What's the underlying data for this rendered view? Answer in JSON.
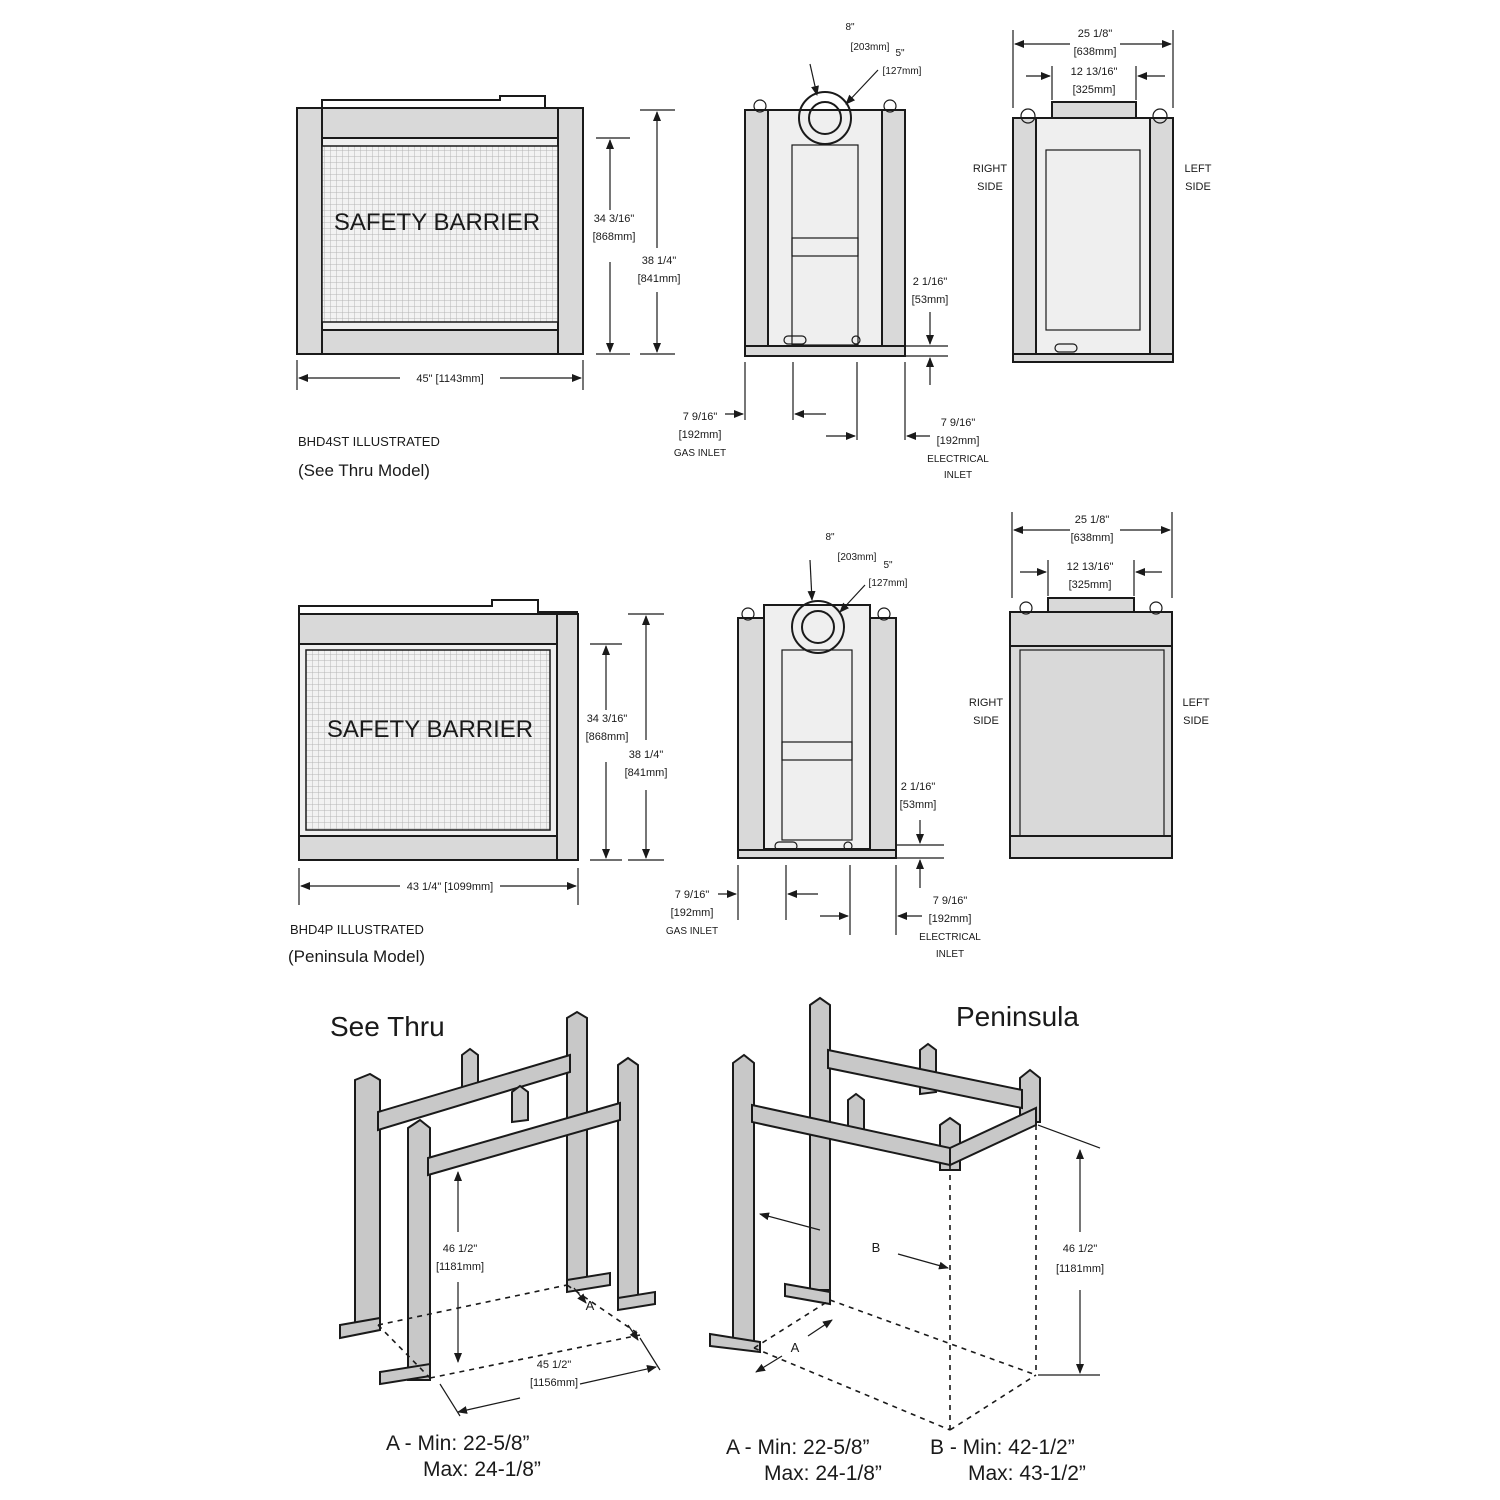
{
  "see_thru": {
    "front_view": {
      "label": "SAFETY BARRIER",
      "height_inner_in": "34 3/16\"",
      "height_inner_mm": "[868mm]",
      "height_outer_in": "38 1/4\"",
      "height_outer_mm": "[841mm]",
      "width": "45\" [1143mm]",
      "model_code": "BHD4ST ILLUSTRATED",
      "model_name": "(See Thru Model)"
    },
    "side_view": {
      "vent_in": "8\"",
      "vent_mm": "[203mm]",
      "vent_inner_in": "5\"",
      "vent_inner_mm": "[127mm]",
      "offset_in": "2 1/16\"",
      "offset_mm": "[53mm]",
      "gas_in": "7 9/16\"",
      "gas_mm": "[192mm]",
      "gas_label": "GAS INLET",
      "elec_in": "7 9/16\"",
      "elec_mm": "[192mm]",
      "elec_label_1": "ELECTRICAL",
      "elec_label_2": "INLET"
    },
    "end_view": {
      "depth_in": "25 1/8\"",
      "depth_mm": "[638mm]",
      "collar_in": "12 13/16\"",
      "collar_mm": "[325mm]",
      "right_1": "RIGHT",
      "right_2": "SIDE",
      "left_1": "LEFT",
      "left_2": "SIDE"
    }
  },
  "peninsula": {
    "front_view": {
      "label": "SAFETY BARRIER",
      "height_inner_in": "34 3/16\"",
      "height_inner_mm": "[868mm]",
      "height_outer_in": "38 1/4\"",
      "height_outer_mm": "[841mm]",
      "width": "43 1/4\" [1099mm]",
      "model_code": "BHD4P ILLUSTRATED",
      "model_name": "(Peninsula Model)"
    },
    "side_view": {
      "vent_in": "8\"",
      "vent_mm": "[203mm]",
      "vent_inner_in": "5\"",
      "vent_inner_mm": "[127mm]",
      "offset_in": "2 1/16\"",
      "offset_mm": "[53mm]",
      "gas_in": "7 9/16\"",
      "gas_mm": "[192mm]",
      "gas_label": "GAS INLET",
      "elec_in": "7 9/16\"",
      "elec_mm": "[192mm]",
      "elec_label_1": "ELECTRICAL",
      "elec_label_2": "INLET"
    },
    "end_view": {
      "depth_in": "25 1/8\"",
      "depth_mm": "[638mm]",
      "collar_in": "12 13/16\"",
      "collar_mm": "[325mm]",
      "right_1": "RIGHT",
      "right_2": "SIDE",
      "left_1": "LEFT",
      "left_2": "SIDE"
    }
  },
  "framing": {
    "see_thru": {
      "title": "See Thru",
      "height_in": "46 1/2\"",
      "height_mm": "[1181mm]",
      "width_in": "45 1/2\"",
      "width_mm": "[1156mm]",
      "dim_a": "A",
      "note_a_min": "A - Min: 22-5/8”",
      "note_a_max": "Max: 24-1/8”"
    },
    "peninsula": {
      "title": "Peninsula",
      "height_in": "46 1/2\"",
      "height_mm": "[1181mm]",
      "dim_a": "A",
      "dim_b": "B",
      "note_a_min": "A - Min: 22-5/8”",
      "note_a_max": "Max: 24-1/8”",
      "note_b_min": "B - Min: 42-1/2”",
      "note_b_max": "Max: 43-1/2”"
    }
  }
}
